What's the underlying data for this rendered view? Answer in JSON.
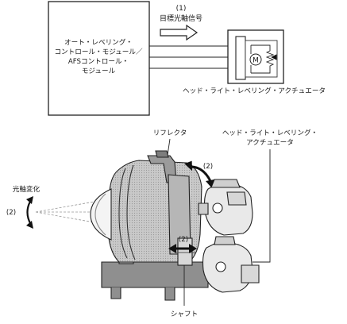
{
  "top_block": {
    "module_label_lines": [
      "オート・レベリング・",
      "コントロール・モジュール／",
      "AFSコントロール・",
      "モジュール"
    ],
    "signal_number": "(1)",
    "signal_label": "目標光軸信号",
    "motor_symbol": "M",
    "actuator_caption": "ヘッド・ライト・レベリング・アクチュエータ"
  },
  "bottom_block": {
    "reflector_label": "リフレクタ",
    "actuator_label_lines": [
      "ヘッド・ライト・レベリング・",
      "アクチュエータ"
    ],
    "optical_axis_label": "光軸変化",
    "marker_left": "(2)",
    "marker_rotation": "(2)",
    "marker_shaft": "(2)",
    "shaft_label": "シャフト"
  }
}
